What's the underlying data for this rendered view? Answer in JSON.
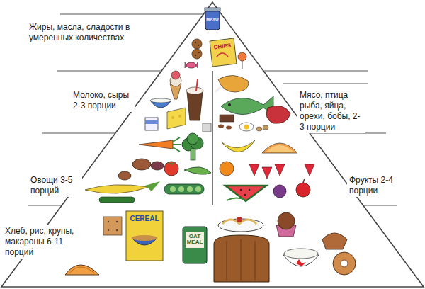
{
  "diagram": {
    "nodes": [
      {
        "text": [
          "Жиры, масла, сладости в умеренных количествах"
        ]
      },
      {
        "text": [
          "Молоко, сыры 2-3 порции"
        ]
      },
      {
        "text": [
          "Мясо, птица рыба, яйца, орехи, бобы, 2-3 порции"
        ]
      },
      {
        "text": [
          "Овощи 3-5 порций"
        ]
      },
      {
        "text": [
          "Фрукты 2-4 порции"
        ]
      },
      {
        "text": [
          "Хлеб, рис, крупы, макароны 6-11 порций"
        ]
      }
    ],
    "labels": [
      "MAYO",
      "CHIPS",
      "CEREAL",
      "OAT MEAL"
    ]
  }
}
